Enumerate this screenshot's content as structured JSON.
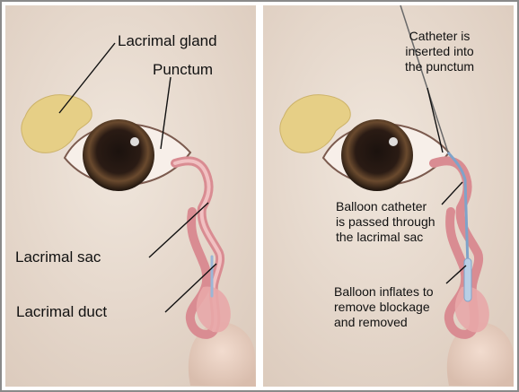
{
  "left_panel": {
    "labels": {
      "gland": "Lacrimal gland",
      "punctum": "Punctum",
      "sac": "Lacrimal sac",
      "duct": "Lacrimal duct"
    }
  },
  "right_panel": {
    "labels": {
      "catheter_insert": [
        "Catheter is",
        "inserted into",
        "the punctum"
      ],
      "balloon_pass": [
        "Balloon catheter",
        "is passed through",
        "the lacrimal sac"
      ],
      "balloon_inflate": [
        "Balloon inflates to",
        "remove blockage",
        "and removed"
      ]
    }
  },
  "colors": {
    "skin": "#eaded3",
    "border": "#8a8a8a",
    "gland": "#e6cf86",
    "duct": "#e8a7a9",
    "line": "#111111"
  }
}
